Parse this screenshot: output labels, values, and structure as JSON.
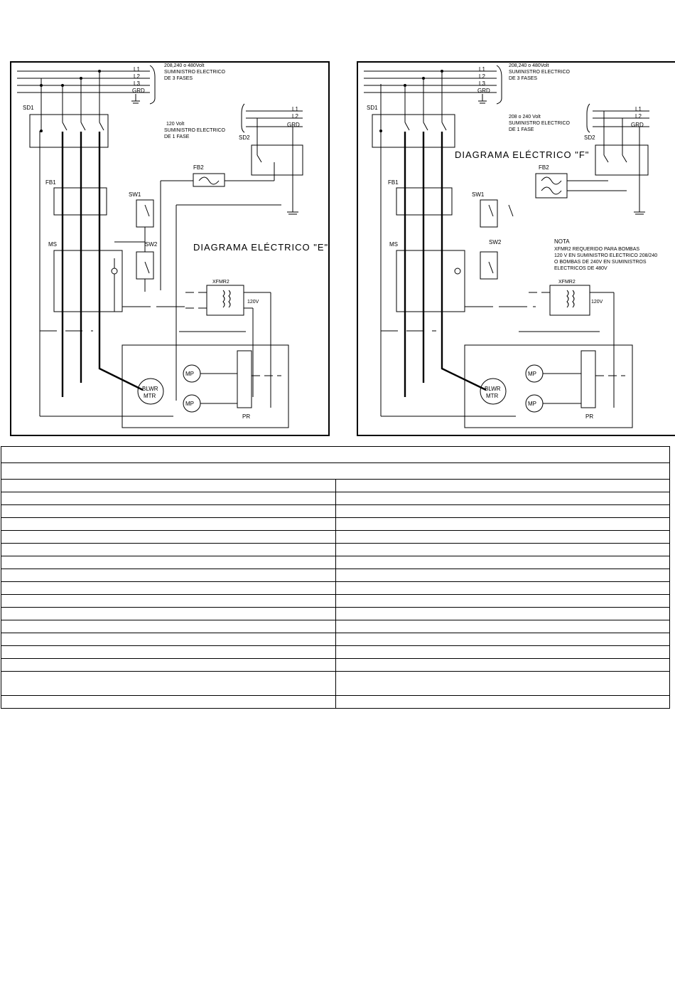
{
  "diagram_e": {
    "title": "DIAGRAMA ELÉCTRICO \"E\"",
    "supply_3ph": "208,240 o 480Volt",
    "supply_3ph_line2": "SUMINISTRO ELECTRICO",
    "supply_3ph_line3": "DE 3 FASES",
    "supply_1ph": "120 Volt",
    "supply_1ph_line2": "SUMINISTRO ELECTRICO",
    "supply_1ph_line3": "DE 1 FASE",
    "l1": "L1",
    "l2": "L2",
    "l3": "L3",
    "grd": "GRD",
    "sd1": "SD1",
    "sd2": "SD2",
    "fb1": "FB1",
    "fb2": "FB2",
    "sw1": "SW1",
    "sw2": "SW2",
    "ms": "MS",
    "xfmr2": "XFMR2",
    "v120": "120V",
    "mp": "MP",
    "blwr1": "BLWR",
    "blwr2": "MTR",
    "pr": "PR"
  },
  "diagram_f": {
    "title": "DIAGRAMA ELÉCTRICO \"F\"",
    "supply_3ph": "208,240 o 480Volt",
    "supply_3ph_line2": "SUMINISTRO ELECTRICO",
    "supply_3ph_line3": "DE 3 FASES",
    "supply_1ph": "208 o 240 Volt",
    "supply_1ph_line2": "SUMINISTRO ELECTRICO",
    "supply_1ph_line3": "DE 1 FASE",
    "note_title": "NOTA",
    "note_1": "XFMR2 REQUERIDO PARA BOMBAS",
    "note_2": "120 V EN SUMINISTRO ELECTRICO 208/240",
    "note_3": "O BOMBAS DE 240V EN SUMINISTROS",
    "note_4": "ELECTRICOS DE 480V",
    "l1": "L1",
    "l2": "L2",
    "l3": "L3",
    "grd": "GRD",
    "sd1": "SD1",
    "sd2": "SD2",
    "fb1": "FB1",
    "fb2": "FB2",
    "sw1": "SW1",
    "sw2": "SW2",
    "ms": "MS",
    "xfmr2": "XFMR2",
    "v120": "120V",
    "mp": "MP",
    "blwr1": "BLWR",
    "blwr2": "MTR",
    "pr": "PR"
  }
}
